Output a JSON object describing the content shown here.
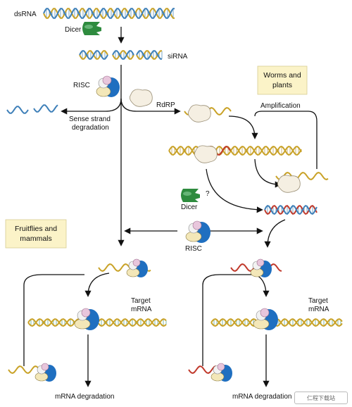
{
  "labels": {
    "dsrna": "dsRNA",
    "dicer_top": "Dicer",
    "sirna": "siRNA",
    "risc_left": "RISC",
    "rdrp": "RdRP",
    "sense_line1": "Sense strand",
    "sense_line2": "degradation",
    "amplification": "Amplification",
    "dicer_q": "Dicer",
    "question_mark": "?",
    "risc_center": "RISC",
    "target_left_1": "Target",
    "target_left_2": "mRNA",
    "target_right_1": "Target",
    "target_right_2": "mRNA",
    "degradation_left": "mRNA degradation",
    "degradation_right": "mRNA degradation"
  },
  "boxes": {
    "worms_line1": "Worms and",
    "worms_line2": "plants",
    "flies_line1": "Fruitflies and",
    "flies_line2": "mammals"
  },
  "watermark": "仁程下载站",
  "colors": {
    "helix_gold": "#c9a227",
    "helix_blue": "#3d7fb8",
    "rung": "#7aa7c7",
    "target_red": "#c0392b",
    "dicer_green": "#2e8b3e",
    "risc_blue": "#1f6fc0",
    "risc_pink": "#e8c6dc",
    "risc_cream": "#f3e7b8",
    "risc_white": "#f2f2f2",
    "rdrp_fill": "#f5efe2",
    "box_fill": "#fbf3c8"
  },
  "icons": [
    "dicer-icon",
    "risc-complex-icon",
    "rdrp-icon"
  ]
}
